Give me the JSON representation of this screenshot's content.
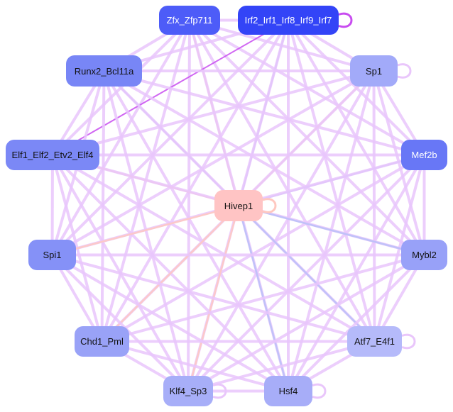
{
  "nodes": [
    {
      "id": "zfx",
      "label": "Zfx_Zfp711",
      "color": "#4d5cf8",
      "light": true
    },
    {
      "id": "irf",
      "label": "Irf2_Irf1_Irf8_Irf9_Irf7",
      "color": "#3344f7",
      "light": true
    },
    {
      "id": "runx2",
      "label": "Runx2_Bcl11a",
      "color": "#7886f6",
      "light": false
    },
    {
      "id": "sp1",
      "label": "Sp1",
      "color": "#a2aaf9",
      "light": false
    },
    {
      "id": "elf",
      "label": "Elf1_Elf2_Etv2_Elf4",
      "color": "#7b88f6",
      "light": false
    },
    {
      "id": "mef2b",
      "label": "Mef2b",
      "color": "#6877f6",
      "light": true
    },
    {
      "id": "hivep1",
      "label": "Hivep1",
      "color": "#ffc4c4",
      "light": false
    },
    {
      "id": "spi1",
      "label": "Spi1",
      "color": "#8591f7",
      "light": false
    },
    {
      "id": "mybl2",
      "label": "Mybl2",
      "color": "#98a1f8",
      "light": false
    },
    {
      "id": "chd1",
      "label": "Chd1_Pml",
      "color": "#99a2f7",
      "light": false
    },
    {
      "id": "atf7",
      "label": "Atf7_E4f1",
      "color": "#b5bafa",
      "light": false
    },
    {
      "id": "klf4",
      "label": "Klf4_Sp3",
      "color": "#a7aef8",
      "light": false
    },
    {
      "id": "hsf4",
      "label": "Hsf4",
      "color": "#a7adf8",
      "light": false
    }
  ],
  "colors": {
    "edge": "#e9c6fb",
    "edge_strong": "#c84cf0",
    "edge_pink": "#ffc8c0",
    "edge_blue": "#b8c0f8"
  }
}
